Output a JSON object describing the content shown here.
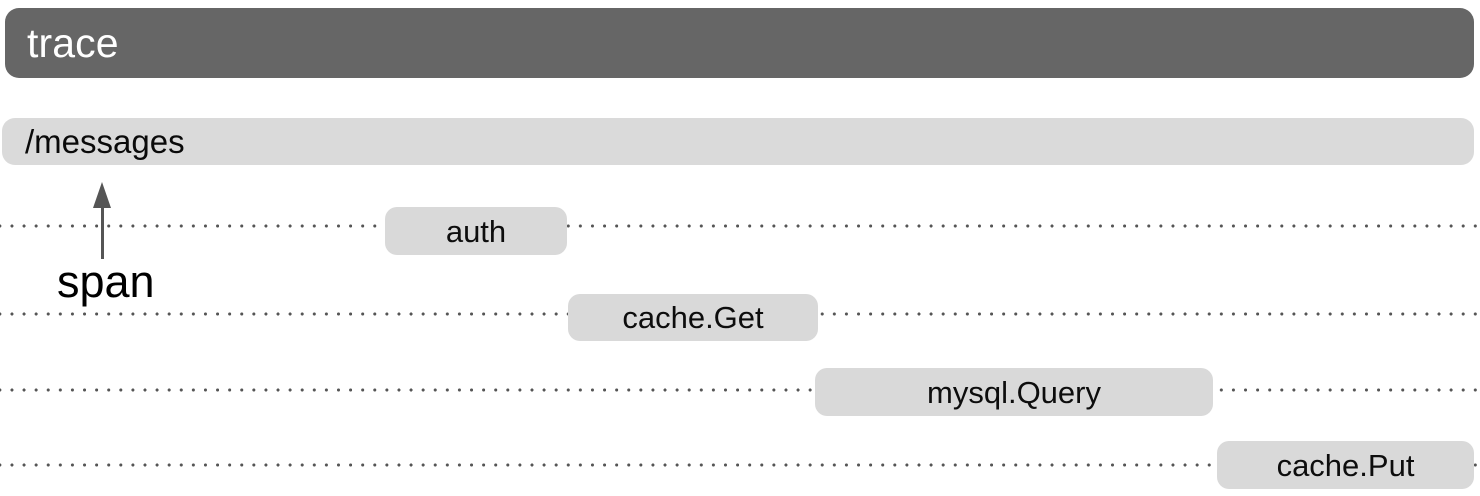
{
  "diagram": {
    "title_bar": {
      "label": "trace",
      "color": "#666666",
      "text_color": "#ffffff"
    },
    "root_span": {
      "label": "/messages",
      "color": "#dadada",
      "text_color": "#0a0a0a"
    },
    "child_spans": [
      {
        "label": "auth",
        "color": "#d9d9d9"
      },
      {
        "label": "cache.Get",
        "color": "#d9d9d9"
      },
      {
        "label": "mysql.Query",
        "color": "#d9d9d9"
      },
      {
        "label": "cache.Put",
        "color": "#d9d9d9"
      }
    ],
    "annotation": {
      "label": "span",
      "arrow_color": "#555555",
      "arrow_direction": "up"
    },
    "baseline_color": "#555555",
    "background": "#ffffff"
  }
}
